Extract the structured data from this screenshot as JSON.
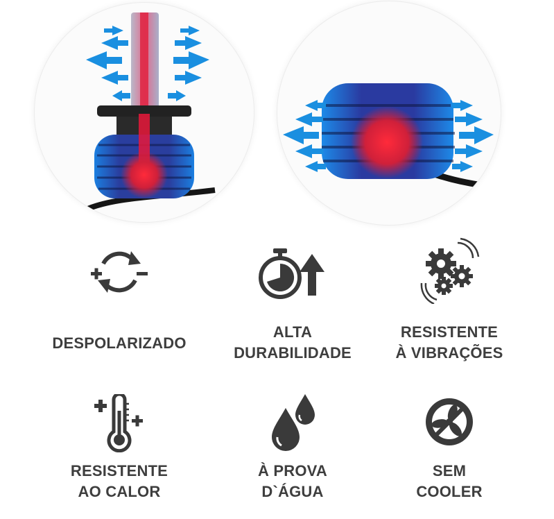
{
  "images": {
    "left_circle": "led-bulb-heat-dissipation",
    "right_circle": "led-bulb-base-heat-dissipation"
  },
  "colors": {
    "arrow": "#1a8fe0",
    "glow": "#e8183a",
    "housing": "#1f3c9c",
    "icon": "#3a3a3a",
    "text": "#3e3e3e"
  },
  "features": [
    {
      "icon": "rotate-plus-minus-icon",
      "lines": [
        "DESPOLARIZADO"
      ]
    },
    {
      "icon": "stopwatch-up-arrow-icon",
      "lines": [
        "ALTA",
        "DURABILIDADE"
      ]
    },
    {
      "icon": "gears-vibration-icon",
      "lines": [
        "RESISTENTE",
        "À VIBRAÇÕES"
      ]
    },
    {
      "icon": "thermometer-plus-icon",
      "lines": [
        "RESISTENTE",
        "AO CALOR"
      ]
    },
    {
      "icon": "water-drops-icon",
      "lines": [
        "À PROVA",
        "D`ÁGUA"
      ]
    },
    {
      "icon": "no-fan-icon",
      "lines": [
        "SEM",
        "COOLER"
      ]
    }
  ]
}
